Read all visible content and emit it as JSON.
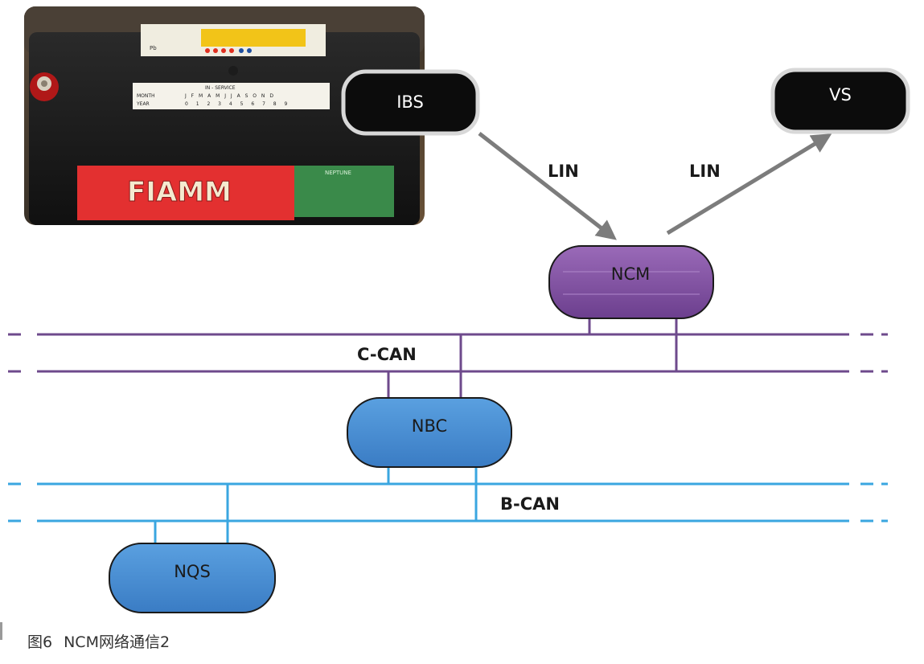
{
  "colors": {
    "ccan": "#6e4a8c",
    "bcan": "#3aa6e0",
    "arrow": "#7c7c7c",
    "black_node": "#0c0c0c",
    "ncm_fill": "#8a5aa6",
    "blue_fill": "#4a8fd4",
    "node_text_white": "#ffffff",
    "node_text_dark": "#1a1a1a"
  },
  "battery_photo": {
    "brand": "FIAMM",
    "service_label": "IN - SERVICE",
    "month_label": "MONTH",
    "year_label": "YEAR",
    "months": "J F M A M J J A S O N D",
    "years": "0 1 2 3 4 5 6 7 8 9",
    "side_label": "NEPTUNE",
    "lead_mark": "Pb"
  },
  "nodes": {
    "ibs": "IBS",
    "vs": "VS",
    "ncm": "NCM",
    "nbc": "NBC",
    "nqs": "NQS"
  },
  "links": {
    "lin_left": "LIN",
    "lin_right": "LIN"
  },
  "buses": {
    "ccan": "C-CAN",
    "bcan": "B-CAN"
  },
  "caption": {
    "figure_no": "图6",
    "title": "NCM网络通信2"
  }
}
